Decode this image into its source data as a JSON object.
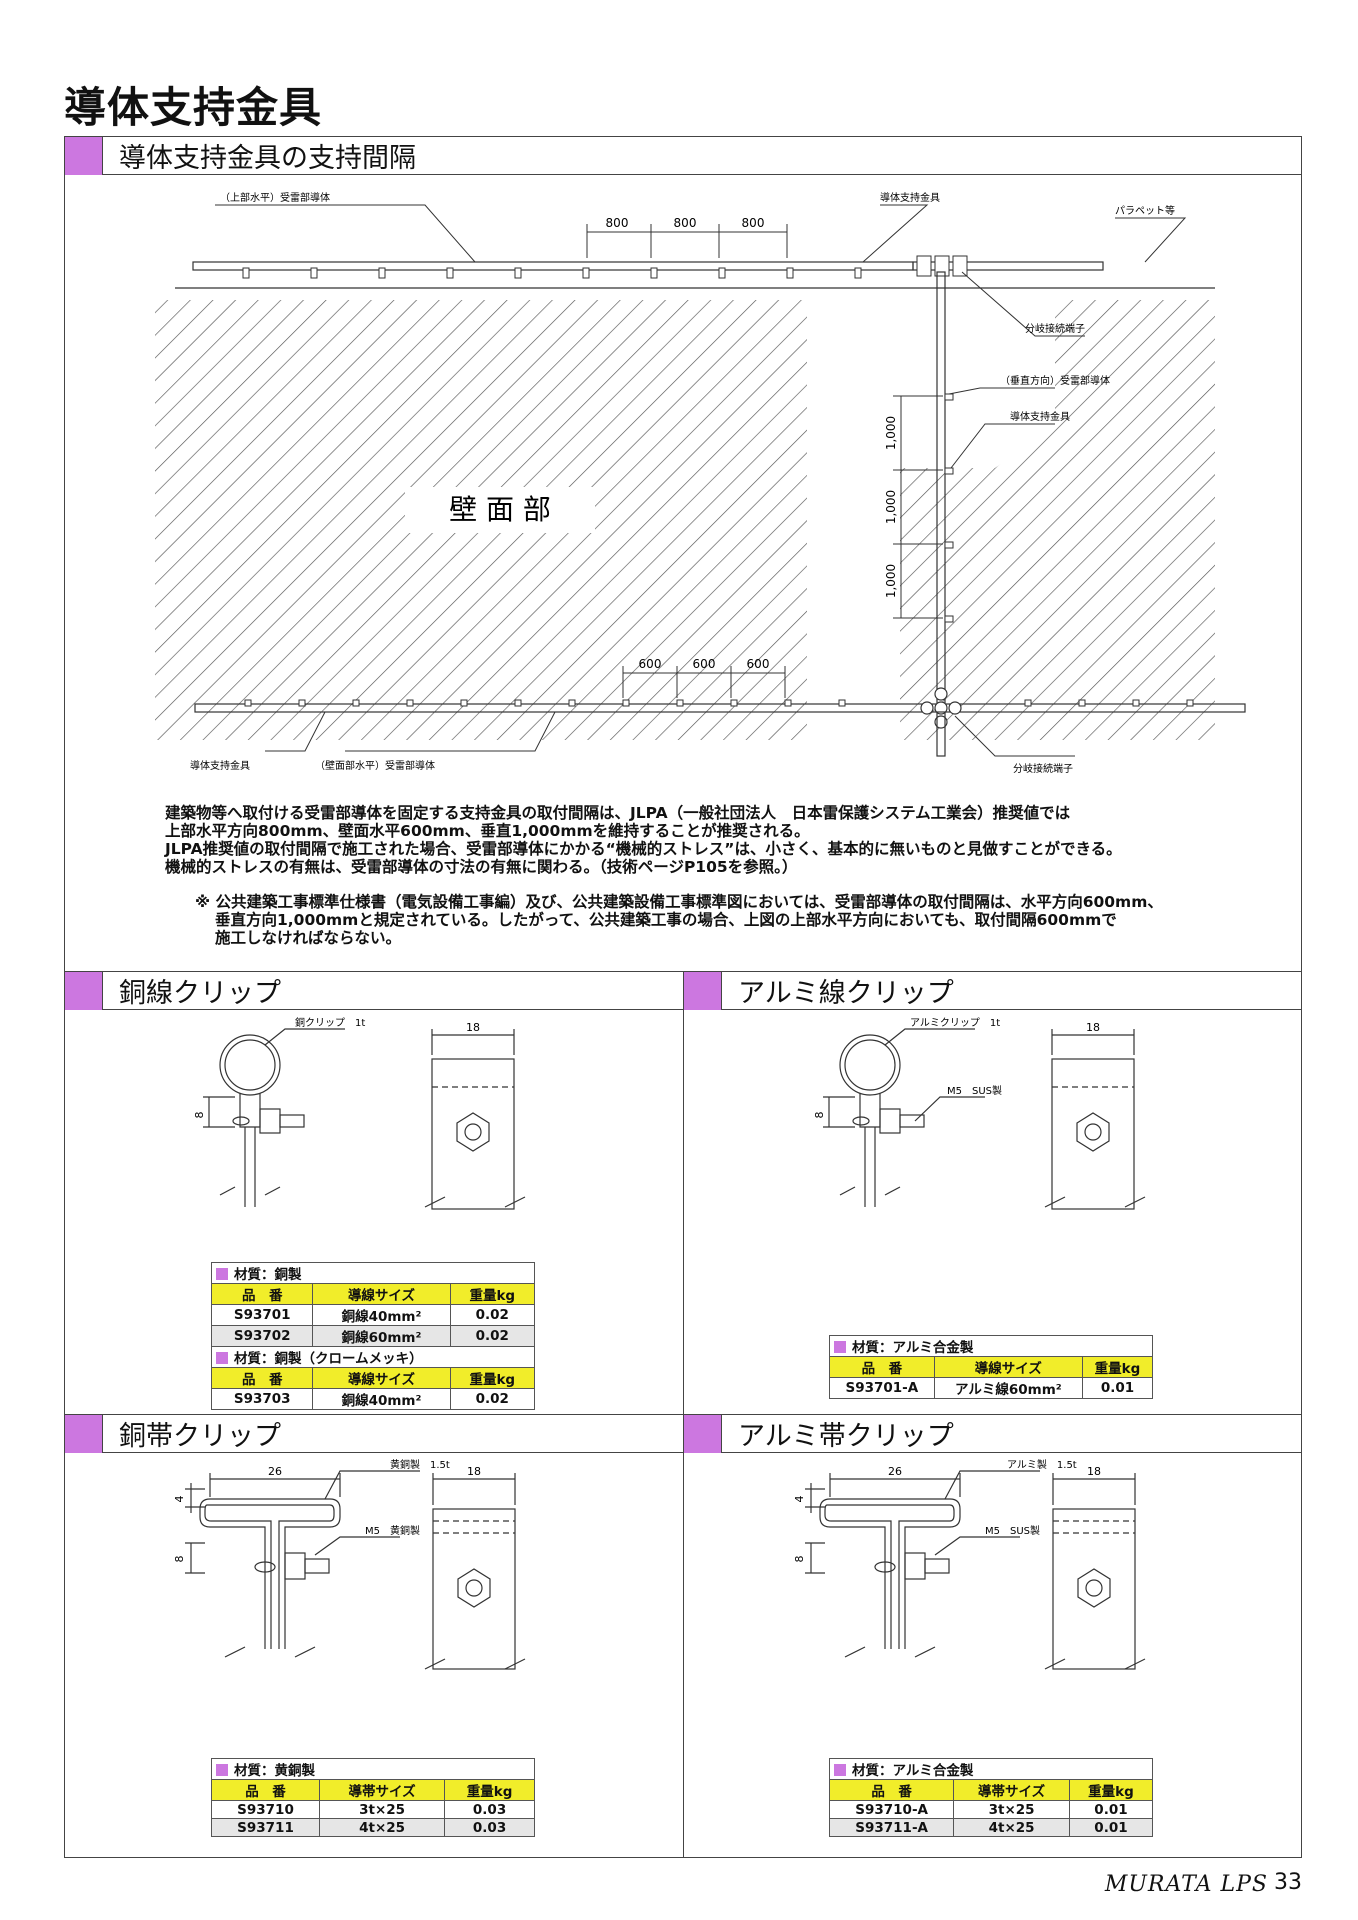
{
  "page": {
    "title": "導体支持金具",
    "brand": "MURATA LPS",
    "number": "33"
  },
  "sections": {
    "spacing": "導体支持金具の支持間隔",
    "copper_wire_clip": "銅線クリップ",
    "alu_wire_clip": "アルミ線クリップ",
    "copper_band_clip": "銅帯クリップ",
    "alu_band_clip": "アルミ帯クリップ"
  },
  "diagram": {
    "top_conductor": "（上部水平）受雷部導体",
    "support_top": "導体支持金具",
    "parapet": "パラペット等",
    "branch_top": "分岐接続端子",
    "vertical_conductor": "（垂直方向）受雷部導体",
    "support_vertical": "導体支持金具",
    "wall": "壁 面 部",
    "support_bottom": "導体支持金具",
    "wall_conductor": "（壁面部水平）受雷部導体",
    "branch_bottom": "分岐接続端子",
    "dim_top": [
      "800",
      "800",
      "800"
    ],
    "dim_vertical": [
      "1,000",
      "1,000",
      "1,000"
    ],
    "dim_bottom": [
      "600",
      "600",
      "600"
    ]
  },
  "description": {
    "lines": [
      "建築物等へ取付ける受雷部導体を固定する支持金具の取付間隔は、JLPA（一般社団法人　日本雷保護システム工業会）推奨値では",
      "上部水平方向800mm、壁面水平600mm、垂直1,000mmを維持することが推奨される。",
      "JLPA推奨値の取付間隔で施工された場合、受雷部導体にかかる“機械的ストレス”は、小さく、基本的に無いものと見做すことができる。",
      "機械的ストレスの有無は、受雷部導体の寸法の有無に関わる。（技術ページP105を参照。）"
    ],
    "note": [
      "※ 公共建築工事標準仕様書（電気設備工事編）及び、公共建築設備工事標準図においては、受雷部導体の取付間隔は、水平方向600mm、",
      "垂直方向1,000mmと規定されている。したがって、公共建築工事の場合、上図の上部水平方向においても、取付間隔600mmで",
      "施工しなければならない。"
    ]
  },
  "drawings": {
    "copper_wire": {
      "label": "銅クリップ　1t",
      "dim_w": "18",
      "dim_h": "8"
    },
    "alu_wire": {
      "label": "アルミクリップ　1t",
      "bolt": "M5　SUS製",
      "dim_w": "18",
      "dim_h": "8"
    },
    "copper_band": {
      "label": "黄銅製　1.5t",
      "bolt": "M5　黄銅製",
      "dim_w": "26",
      "dim_w2": "18",
      "dim_h1": "4",
      "dim_h2": "8"
    },
    "alu_band": {
      "label": "アルミ製　1.5t",
      "bolt": "M5　SUS製",
      "dim_w": "26",
      "dim_w2": "18",
      "dim_h1": "4",
      "dim_h2": "8"
    }
  },
  "tables": {
    "headers": [
      "品　番",
      "導線サイズ",
      "重量kg"
    ],
    "band_headers": [
      "品　番",
      "導帯サイズ",
      "重量kg"
    ],
    "copper_wire": {
      "material": "材質：銅製",
      "rows": [
        [
          "S93701",
          "銅線40mm²",
          "0.02"
        ],
        [
          "S93702",
          "銅線60mm²",
          "0.02"
        ]
      ],
      "material2": "材質：銅製（クロームメッキ）",
      "rows2": [
        [
          "S93703",
          "銅線40mm²",
          "0.02"
        ]
      ]
    },
    "alu_wire": {
      "material": "材質：アルミ合金製",
      "rows": [
        [
          "S93701-A",
          "アルミ線60mm²",
          "0.01"
        ]
      ]
    },
    "copper_band": {
      "material": "材質：黄銅製",
      "rows": [
        [
          "S93710",
          "3t×25",
          "0.03"
        ],
        [
          "S93711",
          "4t×25",
          "0.03"
        ]
      ]
    },
    "alu_band": {
      "material": "材質：アルミ合金製",
      "rows": [
        [
          "S93710-A",
          "3t×25",
          "0.01"
        ],
        [
          "S93711-A",
          "4t×25",
          "0.01"
        ]
      ]
    }
  }
}
